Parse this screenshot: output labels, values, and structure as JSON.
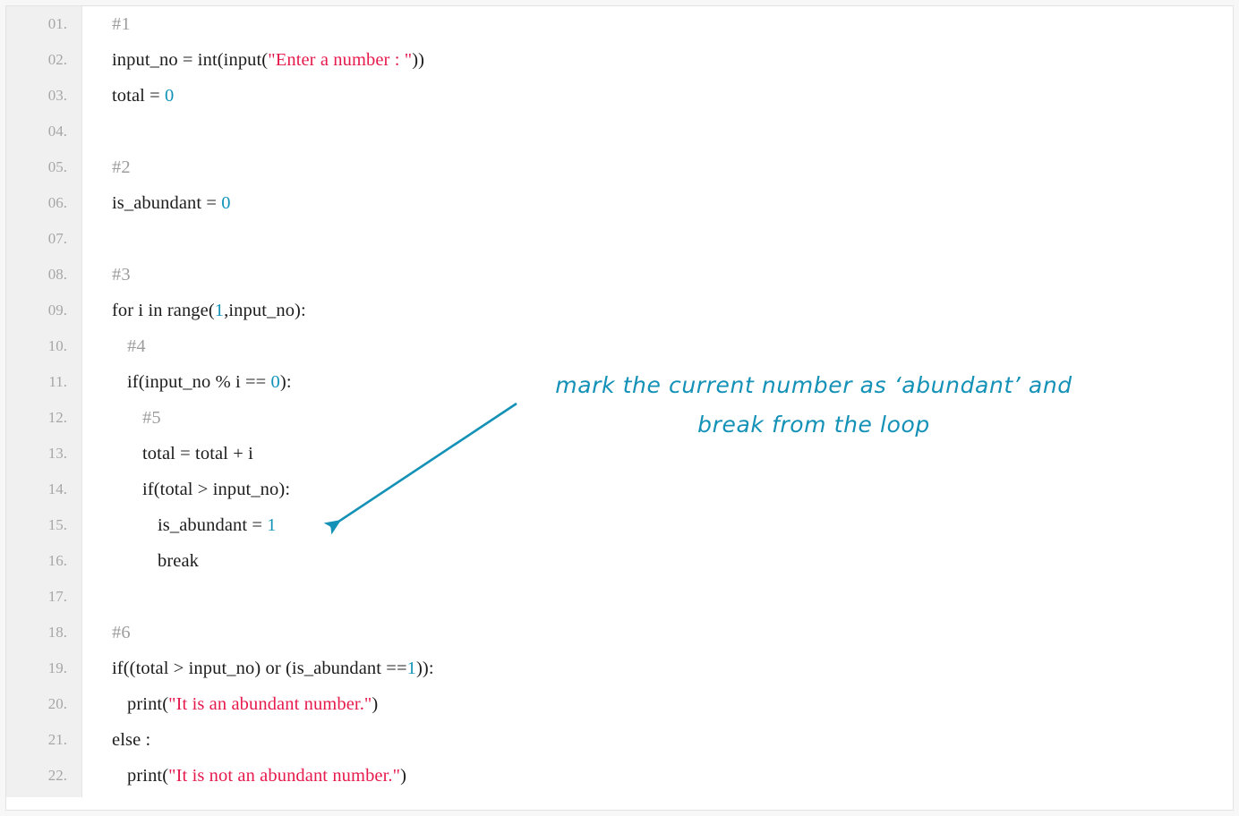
{
  "editor": {
    "language": "python",
    "gutter_background": "#f0f0f0",
    "colors": {
      "string": "#e61a4d",
      "number": "#1293b8",
      "comment": "#9d9d9d",
      "text": "#1c1c1c",
      "line_number": "#a6a6a6",
      "annotation": "#1391b6"
    },
    "lines": [
      {
        "number": "01.",
        "indent": 0,
        "tokens": [
          {
            "t": "#1",
            "c": "com"
          }
        ]
      },
      {
        "number": "02.",
        "indent": 0,
        "tokens": [
          {
            "t": "input_no = int(input(",
            "c": ""
          },
          {
            "t": "\"Enter a number : \"",
            "c": "str"
          },
          {
            "t": "))",
            "c": ""
          }
        ]
      },
      {
        "number": "03.",
        "indent": 0,
        "tokens": [
          {
            "t": "total = ",
            "c": ""
          },
          {
            "t": "0",
            "c": "num"
          }
        ]
      },
      {
        "number": "04.",
        "indent": 0,
        "tokens": []
      },
      {
        "number": "05.",
        "indent": 0,
        "tokens": [
          {
            "t": "#2",
            "c": "com"
          }
        ]
      },
      {
        "number": "06.",
        "indent": 0,
        "tokens": [
          {
            "t": "is_abundant = ",
            "c": ""
          },
          {
            "t": "0",
            "c": "num"
          }
        ]
      },
      {
        "number": "07.",
        "indent": 0,
        "tokens": []
      },
      {
        "number": "08.",
        "indent": 0,
        "tokens": [
          {
            "t": "#3",
            "c": "com"
          }
        ]
      },
      {
        "number": "09.",
        "indent": 0,
        "tokens": [
          {
            "t": "for i in range(",
            "c": ""
          },
          {
            "t": "1",
            "c": "num"
          },
          {
            "t": ",input_no):",
            "c": ""
          }
        ]
      },
      {
        "number": "10.",
        "indent": 1,
        "tokens": [
          {
            "t": "#4",
            "c": "com"
          }
        ]
      },
      {
        "number": "11.",
        "indent": 1,
        "tokens": [
          {
            "t": "if(input_no % i == ",
            "c": ""
          },
          {
            "t": "0",
            "c": "num"
          },
          {
            "t": "):",
            "c": ""
          }
        ]
      },
      {
        "number": "12.",
        "indent": 2,
        "tokens": [
          {
            "t": "#5",
            "c": "com"
          }
        ]
      },
      {
        "number": "13.",
        "indent": 2,
        "tokens": [
          {
            "t": "total = total + i",
            "c": ""
          }
        ]
      },
      {
        "number": "14.",
        "indent": 2,
        "tokens": [
          {
            "t": "if(total > input_no):",
            "c": ""
          }
        ]
      },
      {
        "number": "15.",
        "indent": 3,
        "tokens": [
          {
            "t": "is_abundant = ",
            "c": ""
          },
          {
            "t": "1",
            "c": "num"
          }
        ]
      },
      {
        "number": "16.",
        "indent": 3,
        "tokens": [
          {
            "t": "break",
            "c": ""
          }
        ]
      },
      {
        "number": "17.",
        "indent": 0,
        "tokens": []
      },
      {
        "number": "18.",
        "indent": 0,
        "tokens": [
          {
            "t": "#6",
            "c": "com"
          }
        ]
      },
      {
        "number": "19.",
        "indent": 0,
        "tokens": [
          {
            "t": "if((total > input_no) or (is_abundant ==",
            "c": ""
          },
          {
            "t": "1",
            "c": "num"
          },
          {
            "t": ")):",
            "c": ""
          }
        ]
      },
      {
        "number": "20.",
        "indent": 1,
        "tokens": [
          {
            "t": "print(",
            "c": ""
          },
          {
            "t": "\"It is an abundant number.\"",
            "c": "str"
          },
          {
            "t": ")",
            "c": ""
          }
        ]
      },
      {
        "number": "21.",
        "indent": 0,
        "tokens": [
          {
            "t": "else :",
            "c": ""
          }
        ]
      },
      {
        "number": "22.",
        "indent": 1,
        "tokens": [
          {
            "t": "print(",
            "c": ""
          },
          {
            "t": "\"It is not an abundant number.\"",
            "c": "str"
          },
          {
            "t": ")",
            "c": ""
          }
        ]
      }
    ]
  },
  "annotation": {
    "line1": "mark the current number as ‘abundant’ and",
    "line2": "break from the loop",
    "color": "#1391b6",
    "points_to_line": "15."
  }
}
